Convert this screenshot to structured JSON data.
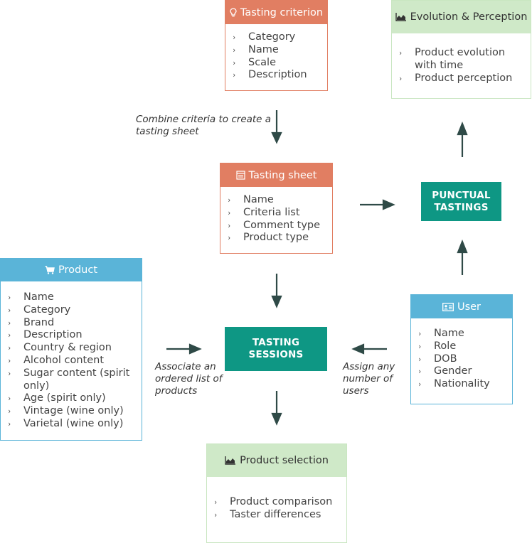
{
  "colors": {
    "salmon": "#e17e62",
    "blue": "#5ab4d8",
    "teal": "#0e9784",
    "light_green": "#cfe9c8",
    "arrow": "#2f4a47"
  },
  "tasting_criterion": {
    "title": "Tasting criterion",
    "icon": "lightbulb-icon",
    "items": [
      "Category",
      "Name",
      "Scale",
      "Description"
    ]
  },
  "evolution": {
    "title": "Evolution & Perception",
    "icon": "area-chart-icon",
    "items": [
      "Product evolution with time",
      "Product perception"
    ]
  },
  "tasting_sheet": {
    "title": "Tasting sheet",
    "icon": "sheet-icon",
    "items": [
      "Name",
      "Criteria list",
      "Comment type",
      "Product type"
    ]
  },
  "punctual_tastings": {
    "label": "PUNCTUAL TASTINGS"
  },
  "product": {
    "title": "Product",
    "icon": "cart-icon",
    "items": [
      "Name",
      "Category",
      "Brand",
      "Description",
      "Country & region",
      "Alcohol content",
      "Sugar content (spirit only)",
      "Age (spirit only)",
      "Vintage (wine only)",
      "Varietal (wine only)"
    ]
  },
  "tasting_sessions": {
    "label": "TASTING SESSIONS"
  },
  "user": {
    "title": "User",
    "icon": "id-card-icon",
    "items": [
      "Name",
      "Role",
      "DOB",
      "Gender",
      "Nationality"
    ]
  },
  "product_selection": {
    "title": "Product selection",
    "icon": "area-chart-icon",
    "items": [
      "Product comparison",
      "Taster differences"
    ]
  },
  "notes": {
    "combine": "Combine criteria to create a tasting sheet",
    "associate": "Associate an ordered list of products",
    "assign": "Assign any number of users"
  }
}
